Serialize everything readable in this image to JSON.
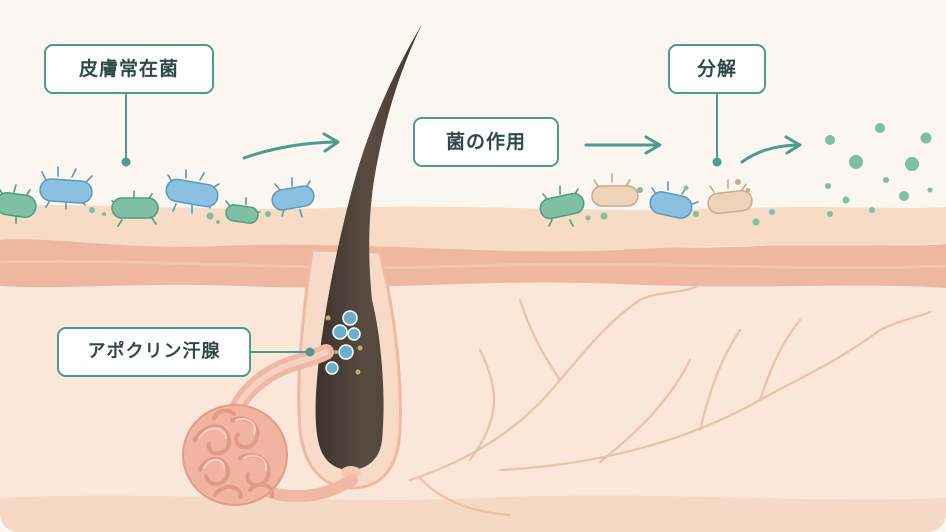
{
  "labels": {
    "resident_flora": "皮膚常在菌",
    "bacterial_action": "菌の作用",
    "decomposition": "分解",
    "apocrine_gland": "アポクリン汗腺"
  },
  "colors": {
    "background": "#fbf6ef",
    "accent_teal": "#4b9c8e",
    "label_text": "#2f4a48",
    "skin_surface": "#f6dcc4",
    "skin_band": "#efb7a0",
    "dermis": "#fbe6d6",
    "hair": "#4e4239",
    "bacteria_blue": "#8cc0e0",
    "bacteria_green": "#7fc0a3",
    "bacteria_beige": "#ecd3b9",
    "sweat_droplet": "#69b0c8",
    "gland": "#f0b7a4"
  },
  "icons": [
    "arrow-right-icon",
    "hair-icon",
    "bacteria-icon",
    "sweat-droplet-icon",
    "apocrine-gland-icon",
    "nerve-icon"
  ]
}
